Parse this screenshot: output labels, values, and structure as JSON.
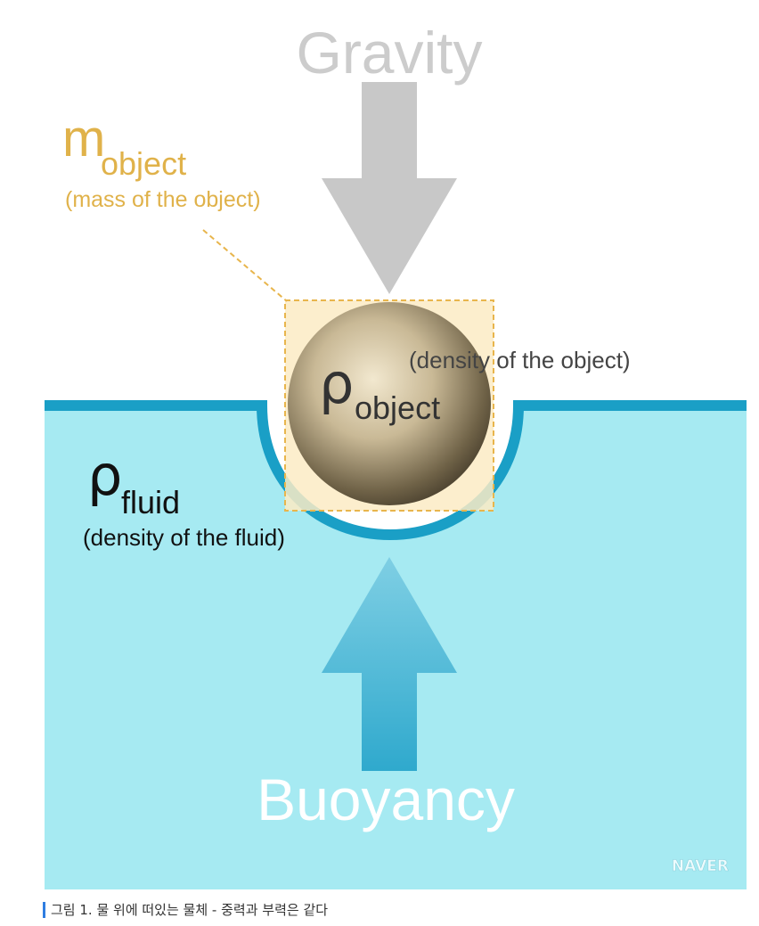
{
  "diagram": {
    "gravity_label": "Gravity",
    "buoyancy_label": "Buoyancy",
    "mass_symbol": "m",
    "mass_subscript": "object",
    "mass_desc": "(mass of the object)",
    "object_rho": "ρ",
    "object_subscript": "object",
    "object_desc": "(density of the object)",
    "fluid_rho": "ρ",
    "fluid_subscript": "fluid",
    "fluid_desc": "(density of the fluid)",
    "watermark": "NAVER"
  },
  "caption": {
    "text": "그림 1. 물 위에 떠있는 물체 - 중력과 부력은 같다"
  },
  "colors": {
    "water": "#a6eaf2",
    "water_surface": "#1a9fc6",
    "gravity_arrow": "#c8c8c8",
    "gravity_text": "#cccccc",
    "buoyancy_arrow": "#5bbbd9",
    "mass_text": "#e0b24a",
    "box_fill": "#fbebc4",
    "box_stroke": "#e8b54c",
    "caption_bar": "#2f7de1"
  }
}
